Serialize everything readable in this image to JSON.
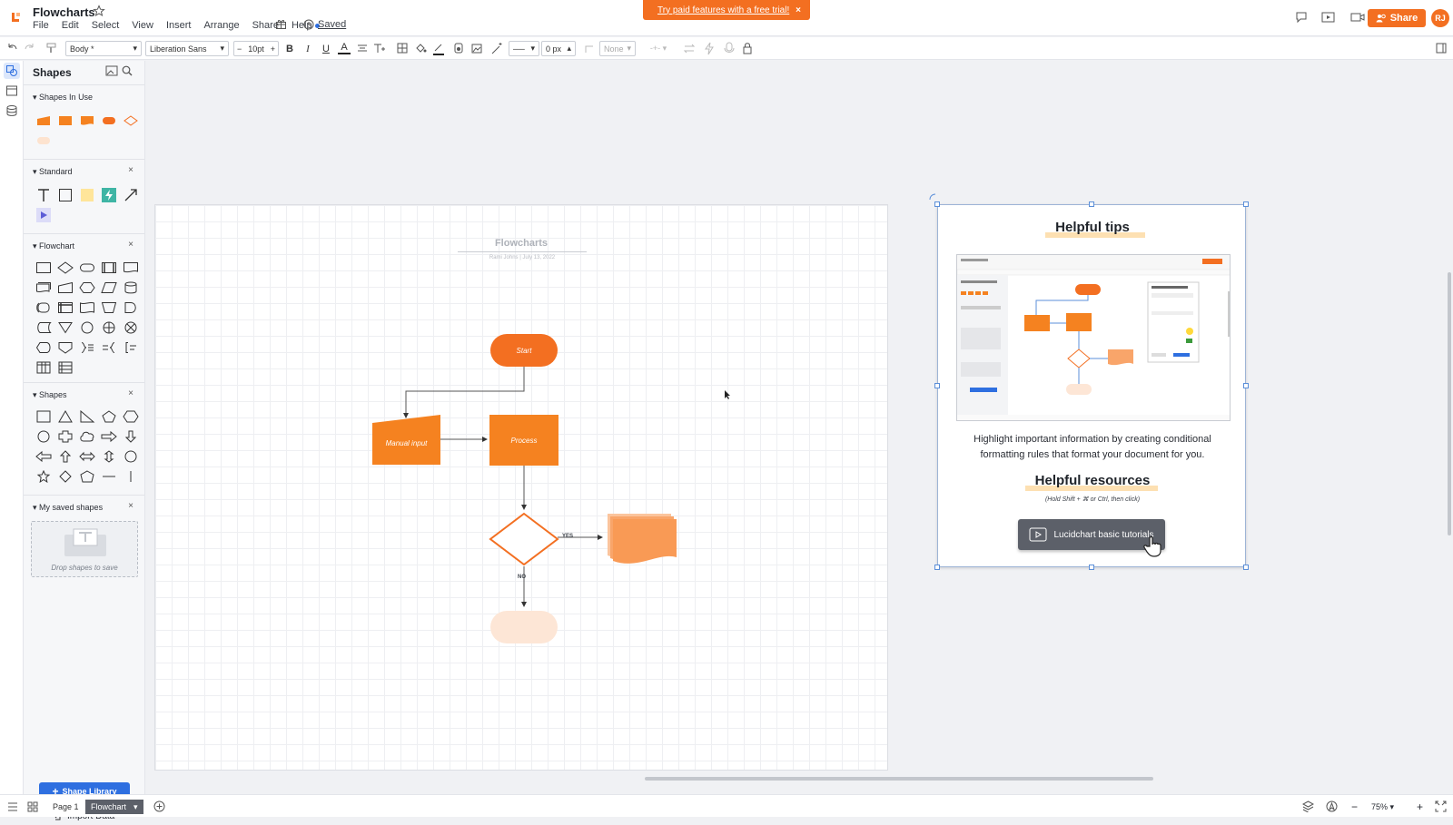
{
  "app": {
    "title": "Flowcharts",
    "saved_label": "Saved",
    "brand_color": "#f36f21",
    "accent_color": "#2e6fe0"
  },
  "menu": [
    "File",
    "Edit",
    "Select",
    "View",
    "Insert",
    "Arrange",
    "Share",
    "Help"
  ],
  "promo": {
    "text": "Try paid features with a free trial!",
    "close": "×"
  },
  "share_button": "Share",
  "user_initials": "RJ",
  "toolbar": {
    "style": "Body *",
    "font": "Liberation Sans",
    "font_size": "10pt",
    "minus": "−",
    "plus": "+",
    "bold": "B",
    "italic": "I",
    "underline": "U",
    "text_color": "A",
    "line_width": "0 px",
    "arrow_end": "None"
  },
  "sidebar": {
    "title": "Shapes",
    "sections": {
      "in_use": "Shapes In Use",
      "standard": "Standard",
      "flowchart": "Flowchart",
      "shapes": "Shapes",
      "saved": "My saved shapes"
    },
    "close": "×",
    "drop_text": "Drop shapes to save",
    "shape_library_button": "Shape Library",
    "import_data": "Import Data"
  },
  "diagram": {
    "title": "Flowcharts",
    "meta": "Rami Johns  |  July 13, 2022",
    "nodes": {
      "start": "Start",
      "manual_input": "Manual input",
      "process": "Process"
    },
    "labels": {
      "yes": "YES",
      "no": "NO"
    }
  },
  "tips": {
    "heading": "Helpful tips",
    "body": "Highlight important information by creating conditional formatting rules that format your document for you.",
    "resources_heading": "Helpful resources",
    "resources_hint": "(Hold Shift + ⌘ or Ctrl, then click)",
    "tutorial_button": "Lucidchart basic tutorials"
  },
  "bottom": {
    "page_tab": "Page 1",
    "active_tab": "Flowchart",
    "zoom": "75%"
  }
}
